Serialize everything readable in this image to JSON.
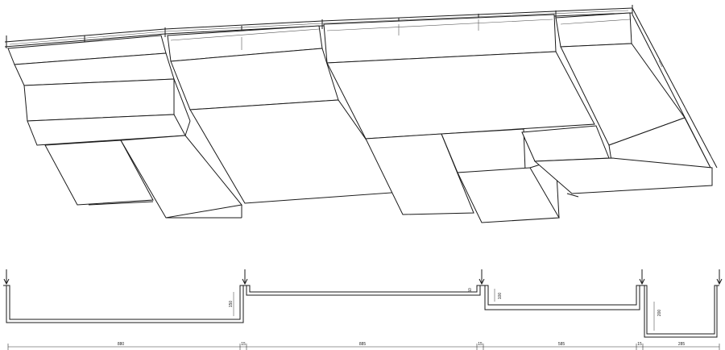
{
  "drawing": {
    "sections": [
      {
        "width_label": "880",
        "height_label": "150"
      },
      {
        "width_label": "885",
        "height_label": "50"
      },
      {
        "width_label": "585",
        "height_label": "100"
      },
      {
        "width_label": "285",
        "height_label": "200"
      }
    ],
    "gap_labels": [
      "15",
      "15",
      "15"
    ]
  }
}
